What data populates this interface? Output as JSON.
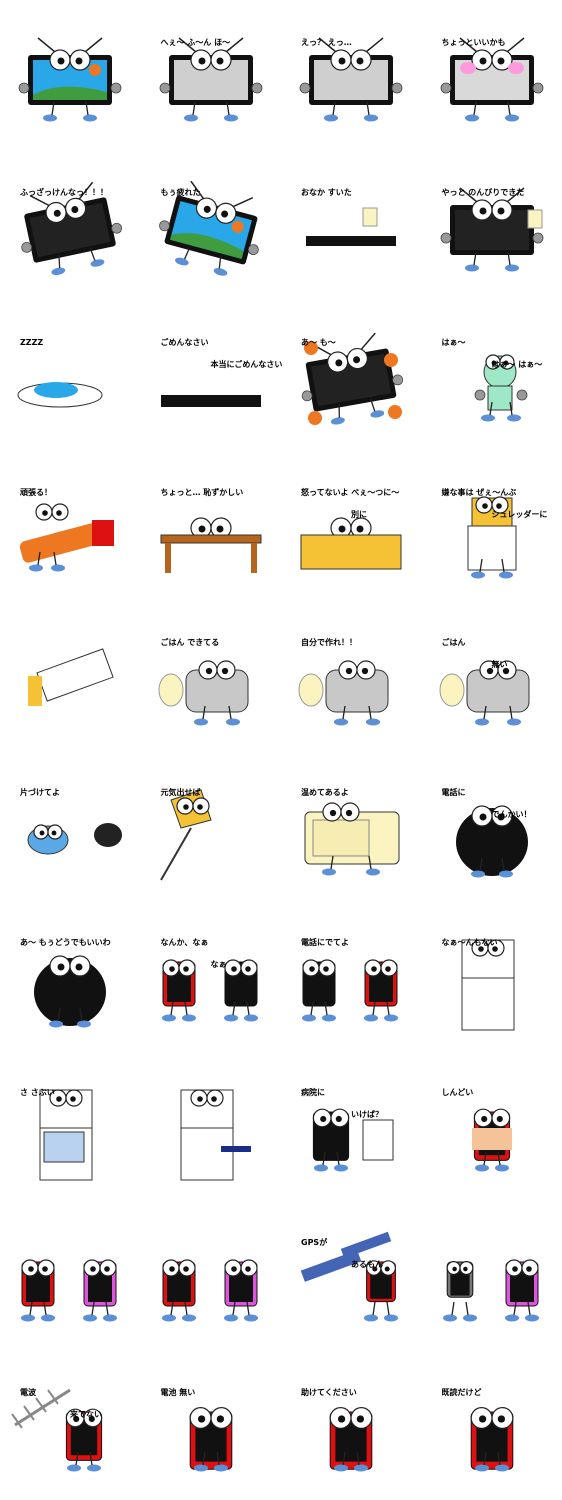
{
  "stickers": [
    {
      "captions": [
        "",
        ""
      ],
      "object": "tv"
    },
    {
      "captions": [
        "へぇ〜 ふ〜ん ほ〜",
        ""
      ],
      "object": "tv-gray"
    },
    {
      "captions": [
        "えっ？ えっ…",
        ""
      ],
      "object": "tv-gray"
    },
    {
      "captions": [
        "ちょっといいかも",
        ""
      ],
      "object": "tv-pink"
    },
    {
      "captions": [
        "ふっざっけんなっ！！！",
        ""
      ],
      "object": "tv-angry"
    },
    {
      "captions": [
        "もぅ疲れた",
        ""
      ],
      "object": "tv-tilted"
    },
    {
      "captions": [
        "おなか すいた",
        ""
      ],
      "object": "tv-lying"
    },
    {
      "captions": [
        "やっと のんびりできた",
        ""
      ],
      "object": "tv-plug"
    },
    {
      "captions": [
        "ZZZZ",
        ""
      ],
      "object": "tv-sleep"
    },
    {
      "captions": [
        "ごめんなさい",
        "本当にごめんなさい"
      ],
      "object": "tv-bow"
    },
    {
      "captions": [
        "あ〜 も〜",
        ""
      ],
      "object": "tv-gears"
    },
    {
      "captions": [
        "はぁ〜",
        "はぁ〜 はぁ〜"
      ],
      "object": "fan"
    },
    {
      "captions": [
        "頑張る！",
        ""
      ],
      "object": "dryer"
    },
    {
      "captions": [
        "ちょっと… 恥ずかしい",
        ""
      ],
      "object": "table"
    },
    {
      "captions": [
        "怒ってないよ べぇ〜つに〜",
        "別に"
      ],
      "object": "kotatsu"
    },
    {
      "captions": [
        "嫌な事は ぜぇ〜んぶ",
        "シュレッダーに"
      ],
      "object": "shredder"
    },
    {
      "captions": [
        "",
        ""
      ],
      "object": "shredder-tilted"
    },
    {
      "captions": [
        "ごはん できてる",
        ""
      ],
      "object": "rice-cooker"
    },
    {
      "captions": [
        "自分で作れ！！",
        ""
      ],
      "object": "rice-cooker"
    },
    {
      "captions": [
        "ごはん",
        "無い"
      ],
      "object": "rice-cooker-open"
    },
    {
      "captions": [
        "片づけてよ",
        ""
      ],
      "object": "vacuum"
    },
    {
      "captions": [
        "元気出せば",
        ""
      ],
      "object": "lamp"
    },
    {
      "captions": [
        "温めてあるよ",
        ""
      ],
      "object": "microwave"
    },
    {
      "captions": [
        "電話に",
        "でんかい！"
      ],
      "object": "phone"
    },
    {
      "captions": [
        "あ〜 もぅどうでもいいわ",
        ""
      ],
      "object": "phone-black"
    },
    {
      "captions": [
        "なんか、なぁ",
        "なぁ"
      ],
      "object": "phones"
    },
    {
      "captions": [
        "電話にでてよ",
        ""
      ],
      "object": "phones-call"
    },
    {
      "captions": [
        "なぁ〜んもない",
        ""
      ],
      "object": "fridge"
    },
    {
      "captions": [
        "さ さぶい",
        ""
      ],
      "object": "fridge-cold"
    },
    {
      "captions": [
        "",
        ""
      ],
      "object": "fridge-stool"
    },
    {
      "captions": [
        "病院に",
        "いけば？"
      ],
      "object": "doctor"
    },
    {
      "captions": [
        "しんどい",
        ""
      ],
      "object": "phone-sick"
    },
    {
      "captions": [
        "",
        ""
      ],
      "object": "phones-love"
    },
    {
      "captions": [
        "",
        ""
      ],
      "object": "phones-fight"
    },
    {
      "captions": [
        "GPSが",
        "あるもん"
      ],
      "object": "satellite"
    },
    {
      "captions": [
        "",
        ""
      ],
      "object": "phones-chef"
    },
    {
      "captions": [
        "電波",
        "来てない"
      ],
      "object": "antenna"
    },
    {
      "captions": [
        "電池 無い",
        ""
      ],
      "object": "phone-battery"
    },
    {
      "captions": [
        "助けてください",
        ""
      ],
      "object": "phone-dizzy"
    },
    {
      "captions": [
        "既読だけど",
        ""
      ],
      "object": "phone-read"
    }
  ],
  "colors": {
    "tv_frame": "#111111",
    "eye": "#ffffff",
    "body_gray": "#bbbbbb",
    "foot": "#5b8fd6",
    "pink": "#ff99dd",
    "red": "#dd1111",
    "magenta": "#dd55dd",
    "orange": "#ee7722",
    "yellow": "#f5c236",
    "sky": "#2aa7e8",
    "grass": "#3f9c3f",
    "wood": "#b5651d",
    "cream": "#fbf3c0"
  }
}
